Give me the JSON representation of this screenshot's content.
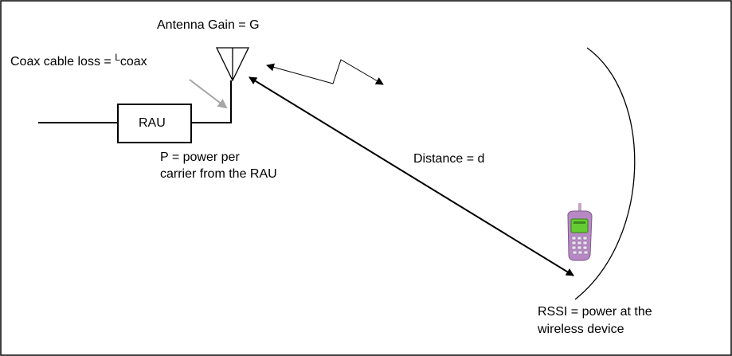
{
  "diagram": {
    "antenna_gain_label": "Antenna Gain = G",
    "coax_loss_label": "Coax cable loss = ",
    "coax_loss_symbol_sup": "L",
    "coax_loss_symbol": "coax",
    "rau_label": "RAU",
    "power_label_line1": "P = power per",
    "power_label_line2": "carrier from the RAU",
    "distance_label": "Distance = d",
    "rssi_label_line1": "RSSI = power at the",
    "rssi_label_line2": "wireless device"
  }
}
